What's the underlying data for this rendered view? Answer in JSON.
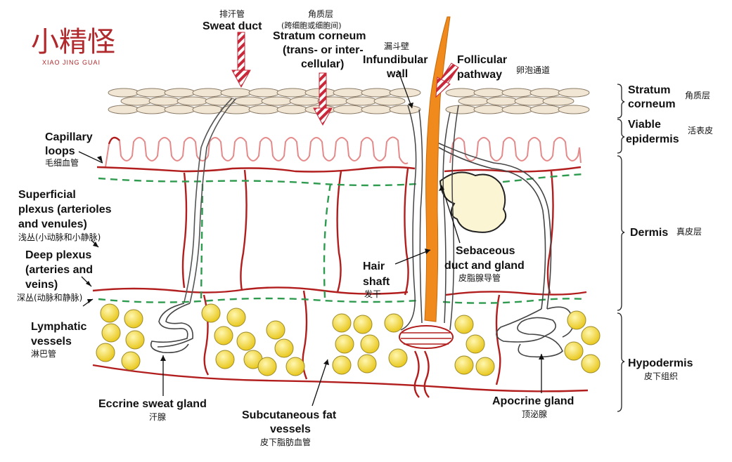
{
  "logo": {
    "cn": "小精怪",
    "en": "XIAO JING GUAI"
  },
  "labels": {
    "sweat_duct": {
      "en": "Sweat duct",
      "zh": "排汗管"
    },
    "stratum_top": {
      "en1": "Stratum corneum",
      "en2": "(trans- or inter-",
      "en3": "cellular)",
      "zh": "角质层",
      "zh_sub": "(跨细胞或细胞间)"
    },
    "infundibular": {
      "en1": "Infundibular",
      "en2": "wall",
      "zh": "漏斗壁"
    },
    "follicular": {
      "en1": "Follicular",
      "en2": "pathway",
      "zh": "卵泡通道"
    },
    "capillary": {
      "en1": "Capillary",
      "en2": "loops",
      "zh": "毛细血管"
    },
    "superficial": {
      "en1": "Superficial",
      "en2": "plexus (arterioles",
      "en3": "and venules)",
      "zh": "浅丛(小动脉和小静脉)"
    },
    "deep": {
      "en1": "Deep plexus",
      "en2": "(arteries and",
      "en3": "veins)",
      "zh": "深丛(动脉和静脉)"
    },
    "lymphatic": {
      "en1": "Lymphatic",
      "en2": "vessels",
      "zh": "淋巴管"
    },
    "eccrine": {
      "en": "Eccrine sweat gland",
      "zh": "汗腺"
    },
    "subcutaneous": {
      "en1": "Subcutaneous fat",
      "en2": "vessels",
      "zh": "皮下脂肪血管"
    },
    "apocrine": {
      "en": "Apocrine gland",
      "zh": "顶泌腺"
    },
    "hair": {
      "en1": "Hair",
      "en2": "shaft",
      "zh": "发干"
    },
    "sebaceous": {
      "en1": "Sebaceous",
      "en2": "duct and gland",
      "zh": "皮脂腺导管"
    }
  },
  "layers": {
    "stratum": {
      "en1": "Stratum",
      "en2": "corneum",
      "zh": "角质层"
    },
    "viable": {
      "en1": "Viable",
      "en2": "epidermis",
      "zh": "活表皮"
    },
    "dermis": {
      "en": "Dermis",
      "zh": "真皮层"
    },
    "hypodermis": {
      "en": "Hypodermis",
      "zh": "皮下组织"
    }
  },
  "colors": {
    "vessel": "#b21e1e",
    "lymph": "#2e9b4f",
    "hair": "#f08a1c",
    "fat": "#f3dc3a",
    "sebaceous": "#fbf5d4",
    "corneum": "#f1e6d4",
    "logo": "#b0292c"
  }
}
